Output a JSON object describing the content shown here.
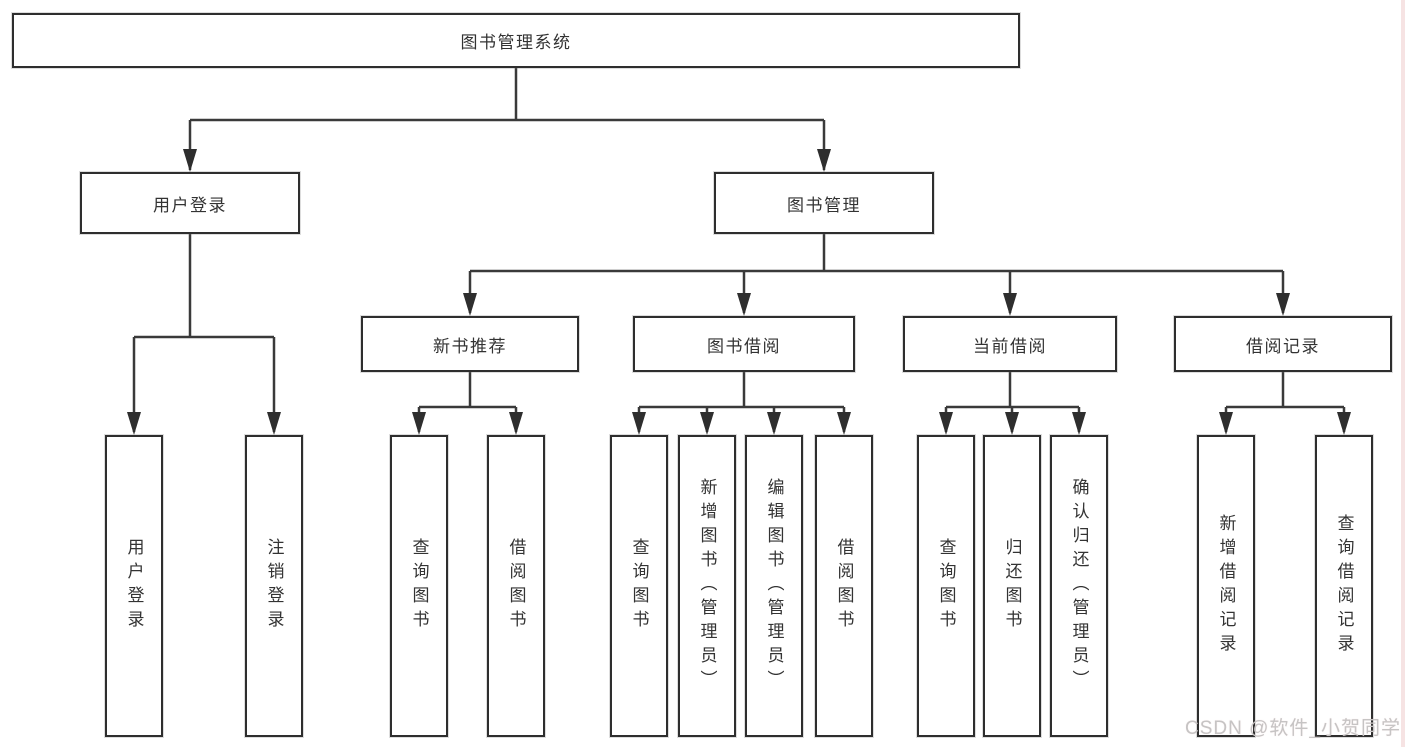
{
  "colors": {
    "line": "#3a3a3a",
    "box_border": "#2e2e2e",
    "text": "#333333",
    "background": "#ffffff",
    "watermark": "#c6c4c4",
    "right_edge_tint": "#f6e3e3"
  },
  "watermark": {
    "text": "CSDN @软件_小贺同学"
  },
  "nodes": {
    "root": {
      "label": "图书管理系统"
    },
    "level2": [
      {
        "label": "用户登录"
      },
      {
        "label": "图书管理"
      }
    ],
    "level3": [
      {
        "label": "新书推荐"
      },
      {
        "label": "图书借阅"
      },
      {
        "label": "当前借阅"
      },
      {
        "label": "借阅记录"
      }
    ],
    "leaves": [
      {
        "label": "用户登录"
      },
      {
        "label": "注销登录"
      },
      {
        "label": "查询图书"
      },
      {
        "label": "借阅图书"
      },
      {
        "label": "查询图书"
      },
      {
        "label": "新增图书（管理员）"
      },
      {
        "label": "编辑图书（管理员）"
      },
      {
        "label": "借阅图书"
      },
      {
        "label": "查询图书"
      },
      {
        "label": "归还图书"
      },
      {
        "label": "确认归还（管理员）"
      },
      {
        "label": "新增借阅记录"
      },
      {
        "label": "查询借阅记录"
      }
    ]
  }
}
